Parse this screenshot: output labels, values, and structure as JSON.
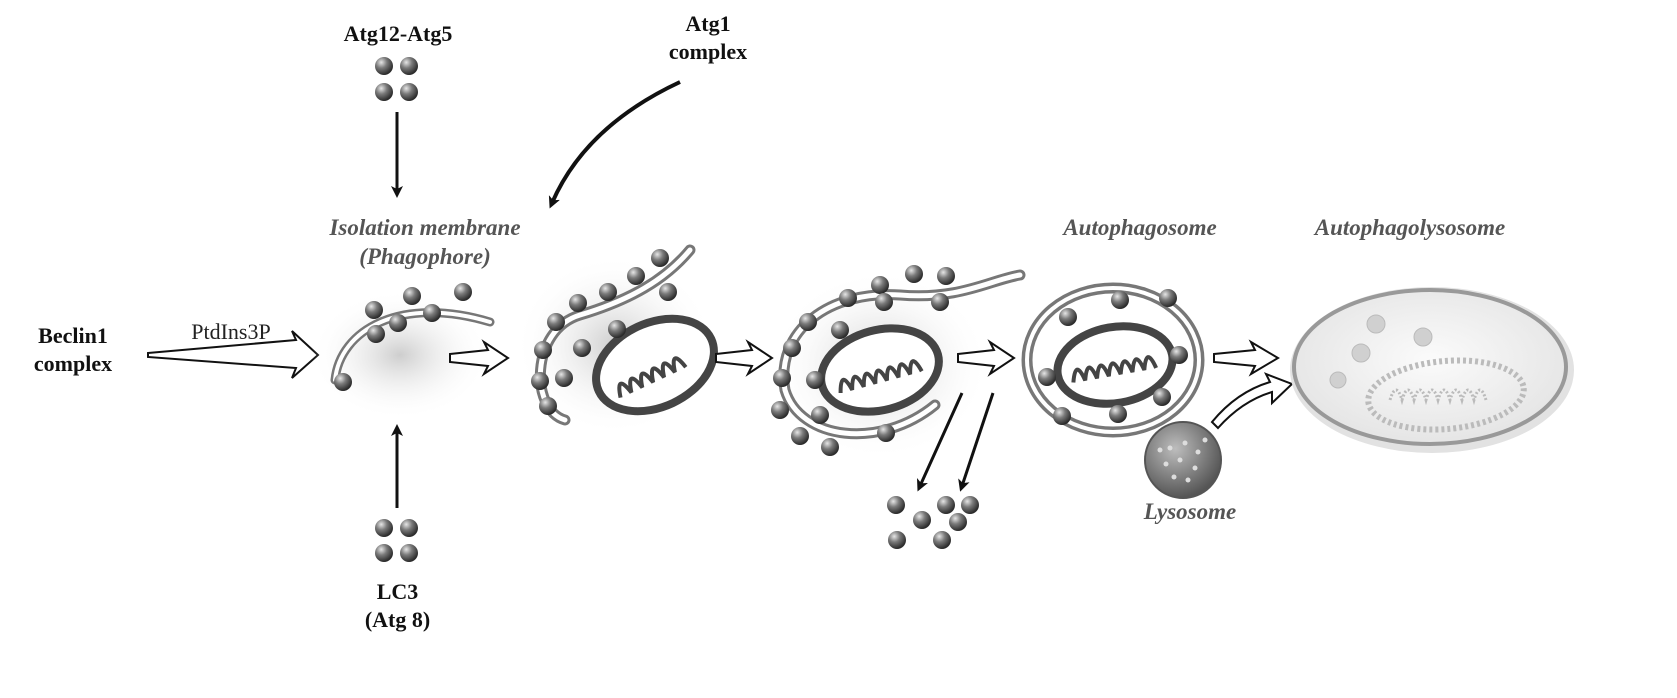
{
  "labels": {
    "atg12_atg5": "Atg12-Atg5",
    "atg1_line1": "Atg1",
    "atg1_line2": "complex",
    "isolation_line1": "Isolation membrane",
    "isolation_line2": "(Phagophore)",
    "beclin_line1": "Beclin1",
    "beclin_line2": "complex",
    "ptdins": "PtdIns3P",
    "lc3_line1": "LC3",
    "lc3_line2": "(Atg 8)",
    "autophagosome": "Autophagosome",
    "autophagolysosome": "Autophagolysosome",
    "lysosome": "Lysosome"
  },
  "colors": {
    "protein_dot": "#555555",
    "membrane": "#7a7a7a",
    "mitochondrion": "#444444",
    "label_italic": "#555555"
  }
}
